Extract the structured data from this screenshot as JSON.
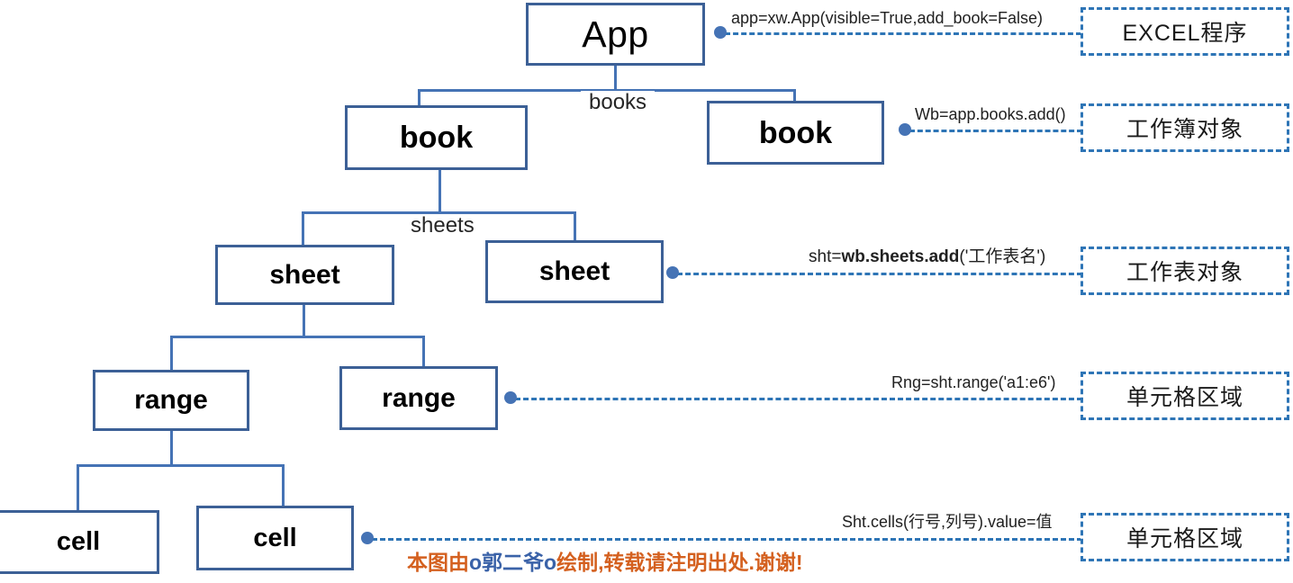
{
  "diagram": {
    "title": "xlwings Excel object hierarchy",
    "colors": {
      "node_border": "#3c6096",
      "connector": "#4573b5",
      "dashed": "#2e75b6",
      "watermark_orange": "#d4601f",
      "watermark_blue": "#3a62a8"
    },
    "nodes": {
      "app": "App",
      "book_left": "book",
      "book_right": "book",
      "sheet_left": "sheet",
      "sheet_right": "sheet",
      "range_left": "range",
      "range_right": "range",
      "cell_left": "cell",
      "cell_right": "cell"
    },
    "edge_labels": {
      "books": "books",
      "sheets": "sheets"
    },
    "callouts": [
      {
        "code": "app=xw.App(visible=True,add_book=False)",
        "code_plain": "app=xw.App(visible=True,add_book=False)",
        "description": "EXCEL程序"
      },
      {
        "code": "Wb=app.books.add()",
        "code_plain": "Wb=app.books.add()",
        "description": "工作簿对象"
      },
      {
        "code_prefix": "sht=",
        "code_bold": "wb.sheets.add",
        "code_suffix": "('工作表名')",
        "code_plain": "sht=wb.sheets.add('工作表名')",
        "description": "工作表对象"
      },
      {
        "code": "Rng=sht.range('a1:e6')",
        "code_plain": "Rng=sht.range('a1:e6')",
        "description": "单元格区域"
      },
      {
        "code": "Sht.cells(行号,列号).value=值",
        "code_plain": "Sht.cells(行号,列号).value=值",
        "description": "单元格区域"
      }
    ],
    "watermark": {
      "part1": "本图由",
      "part2": "o郭二爷o",
      "part3": "绘制,转载请注明出处.谢谢!",
      "full": "本图由o郭二爷o绘制,转载请注明出处.谢谢!"
    }
  }
}
